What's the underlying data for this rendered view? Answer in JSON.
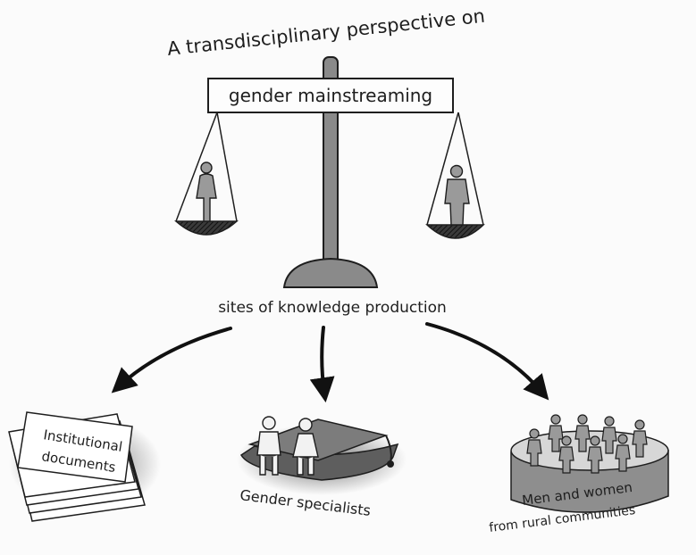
{
  "title": "A transdisciplinary perspective on",
  "scale_label": "gender mainstreaming",
  "center_label": "sites of knowledge production",
  "sites": {
    "documents": {
      "line1": "Institutional",
      "line2": "documents"
    },
    "specialists": {
      "label": "Gender specialists"
    },
    "communities": {
      "line1": "Men and women",
      "line2": "from rural communities"
    }
  },
  "colors": {
    "ink": "#1e1e1e",
    "gray": "#8d8d8d",
    "dark_gray": "#6a6a6a",
    "paper": "#fbfbfb"
  }
}
